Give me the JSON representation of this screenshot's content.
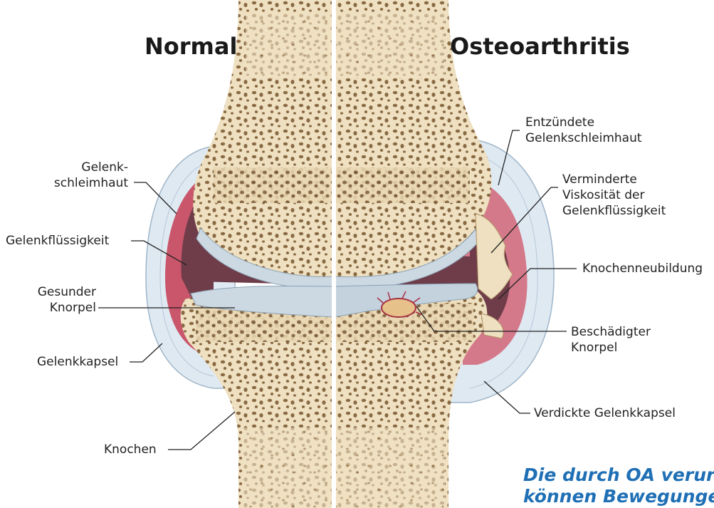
{
  "headings": {
    "normal": "Normal",
    "oa": "Osteoarthritis"
  },
  "labels_left": {
    "synovium_line1": "Gelenk-",
    "synovium_line2": "schleimhaut",
    "fluid": "Gelenkflüssigkeit",
    "cartilage_line1": "Gesunder",
    "cartilage_line2": "Knorpel",
    "capsule": "Gelenkkapsel",
    "bone": "Knochen"
  },
  "labels_right": {
    "inflamed_line1": "Entzündete",
    "inflamed_line2": "Gelenkschleimhaut",
    "viscosity_line1": "Verminderte",
    "viscosity_line2": "Viskosität der",
    "viscosity_line3": "Gelenkflüssigkeit",
    "osteophyte": "Knochenneubildung",
    "damaged_line1": "Beschädigter",
    "damaged_line2": "Knorpel",
    "thick_capsule": "Verdickte Gelenkkapsel"
  },
  "teaser": {
    "line1": "Die durch OA verur",
    "line2": "können Bewegunge"
  },
  "colors": {
    "bone": "#eee0c0",
    "bone_pore": "#8a6a44",
    "capsule": "#dfe9f2",
    "synovium_normal": "#c9566b",
    "synovium_inflamed": "#d4798a",
    "fluid": "#6f3d4a",
    "cartilage": "#cdd9e2",
    "accent_blue": "#1f6fb5"
  }
}
